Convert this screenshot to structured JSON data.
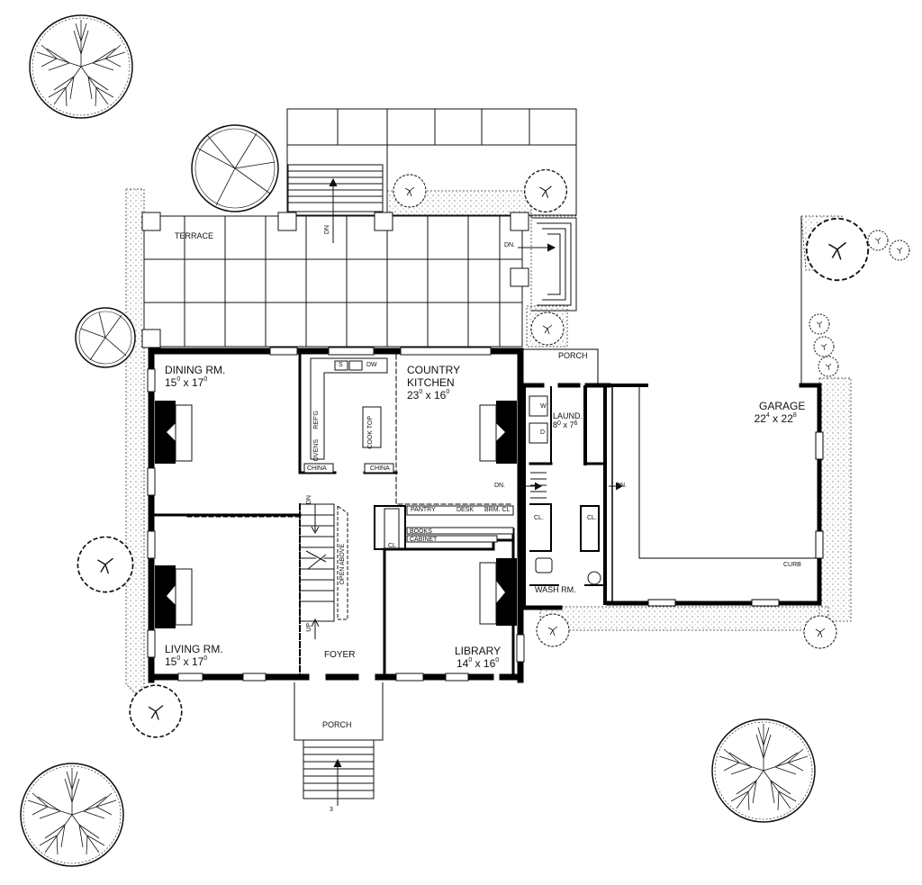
{
  "rooms": {
    "dining": {
      "name": "DINING RM.",
      "dim_a": "15",
      "sup_a": "0",
      "dim_x": "x",
      "dim_b": "17",
      "sup_b": "0"
    },
    "kitchen": {
      "name_1": "COUNTRY",
      "name_2": "KITCHEN",
      "dim_a": "23",
      "sup_a": "0",
      "dim_x": "x",
      "dim_b": "16",
      "sup_b": "0"
    },
    "living": {
      "name": "LIVING RM.",
      "dim_a": "15",
      "sup_a": "0",
      "dim_x": "x",
      "dim_b": "17",
      "sup_b": "0"
    },
    "library": {
      "name": "LIBRARY",
      "dim_a": "14",
      "sup_a": "0",
      "dim_x": "x",
      "dim_b": "16",
      "sup_b": "0"
    },
    "garage": {
      "name": "GARAGE",
      "dim_a": "22",
      "sup_a": "4",
      "dim_x": "x",
      "dim_b": "22",
      "sup_b": "8"
    },
    "laundry": {
      "name": "LAUND.",
      "dim_a": "8",
      "sup_a": "0",
      "dim_x": "x",
      "dim_b": "7",
      "sup_b": "6"
    },
    "foyer": {
      "name": "FOYER"
    },
    "terrace": {
      "name": "TERRACE"
    },
    "porch_front": {
      "name": "PORCH"
    },
    "porch_side": {
      "name": "PORCH"
    },
    "wash": {
      "name": "WASH RM."
    }
  },
  "fixtures": {
    "dw": "DW",
    "sink": "S",
    "refg": "REF'G",
    "ovens": "OVENS",
    "cook_top": "COOK TOP",
    "china_left": "CHINA",
    "china_right": "CHINA",
    "pantry": "PANTRY",
    "desk": "DESK",
    "brm_cl": "BRM. CL",
    "books": "BOOKS",
    "cabinet": "CABINET",
    "cl_stair": "CL",
    "cl_a": "CL.",
    "cl_b": "CL.",
    "open_above": "OPEN ABOVE",
    "curb": "CURB",
    "w": "W",
    "d": "D"
  },
  "stair_labels": {
    "dn_rear_steps": "DN",
    "dn_terrace_side": "DN.",
    "dn_kitchen": "DN.",
    "dn_mud": "DN.",
    "dn_stair": "DN",
    "up_stair": "UP",
    "front_steps": "3"
  }
}
